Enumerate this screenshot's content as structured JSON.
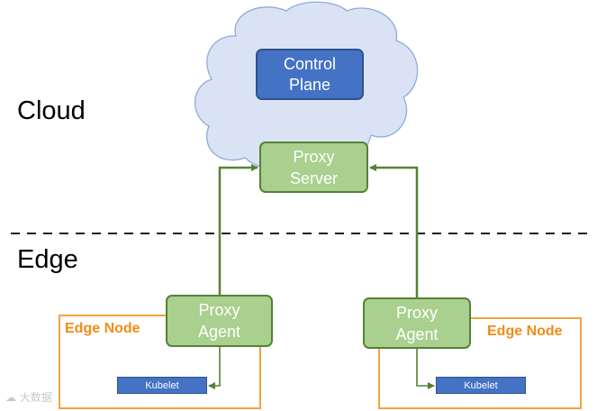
{
  "zones": {
    "cloud": "Cloud",
    "edge": "Edge"
  },
  "control_plane": {
    "line1": "Control",
    "line2": "Plane"
  },
  "proxy_server": {
    "line1": "Proxy",
    "line2": "Server"
  },
  "edge_nodes": [
    {
      "label": "Edge Node",
      "agent_line1": "Proxy",
      "agent_line2": "Agent",
      "kubelet": "Kubelet"
    },
    {
      "label": "Edge Node",
      "agent_line1": "Proxy",
      "agent_line2": "Agent",
      "kubelet": "Kubelet"
    }
  ],
  "watermark": "大数据",
  "colors": {
    "cloud_fill": "#dae3f3",
    "cloud_stroke": "#8faadc",
    "control_plane": "#4472c4",
    "proxy_fill": "#a9d08e",
    "proxy_border": "#548235",
    "edge_node_border": "#f4a23c",
    "edge_node_label": "#f28c18",
    "arrow": "#548235"
  }
}
